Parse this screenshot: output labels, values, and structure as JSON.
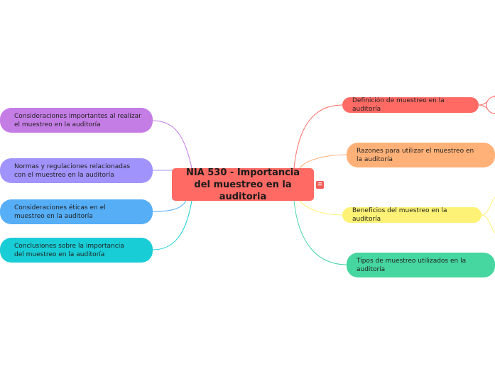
{
  "central": {
    "label": "NIA 530 - Importancia del muestreo en la auditoria",
    "menu_icon": "menu-icon"
  },
  "left_branches": [
    {
      "label": "Consideraciones importantes al realizar el muestreo en la auditoría",
      "color": "#c57de6"
    },
    {
      "label": "Normas y regulaciones relacionadas con el muestreo en la auditoría",
      "color": "#a093fb"
    },
    {
      "label": "Consideraciones éticas en el muestreo en la auditoría",
      "color": "#56aef7"
    },
    {
      "label": "Conclusiones sobre la importancia del muestreo en la auditoría",
      "color": "#19cdd6"
    }
  ],
  "right_branches": [
    {
      "label": "Definición de muestreo en la auditoría",
      "color": "#ff6a64"
    },
    {
      "label": "Razones para utilizar el muestreo en la auditoría",
      "color": "#ffb177"
    },
    {
      "label": "Beneficios del muestreo en la auditoría",
      "color": "#fdf275"
    },
    {
      "label": "Tipos de muestreo utilizados en la auditoría",
      "color": "#46d6a0"
    }
  ]
}
